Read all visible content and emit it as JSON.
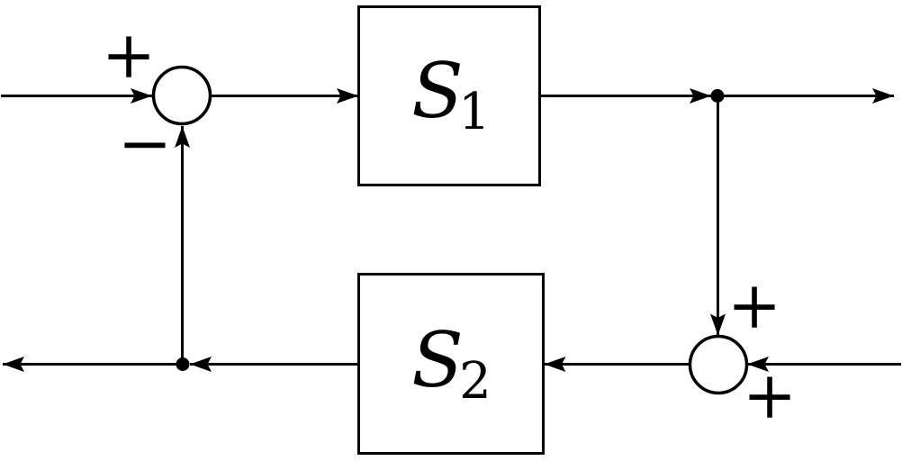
{
  "diagram": {
    "colors": {
      "background": "#ffffff",
      "line": "#000000",
      "text": "#000000"
    },
    "blocks": [
      {
        "id": "S1",
        "label_main": "S",
        "label_sub": "1"
      },
      {
        "id": "S2",
        "label_main": "S",
        "label_sub": "2"
      }
    ],
    "summing_junctions": [
      {
        "id": "sum-left",
        "signs": [
          {
            "symbol": "+",
            "position": "top-left-input"
          },
          {
            "symbol": "−",
            "position": "bottom-feedback-input"
          }
        ]
      },
      {
        "id": "sum-right",
        "signs": [
          {
            "symbol": "+",
            "position": "top-input"
          },
          {
            "symbol": "+",
            "position": "right-input"
          }
        ]
      }
    ]
  }
}
